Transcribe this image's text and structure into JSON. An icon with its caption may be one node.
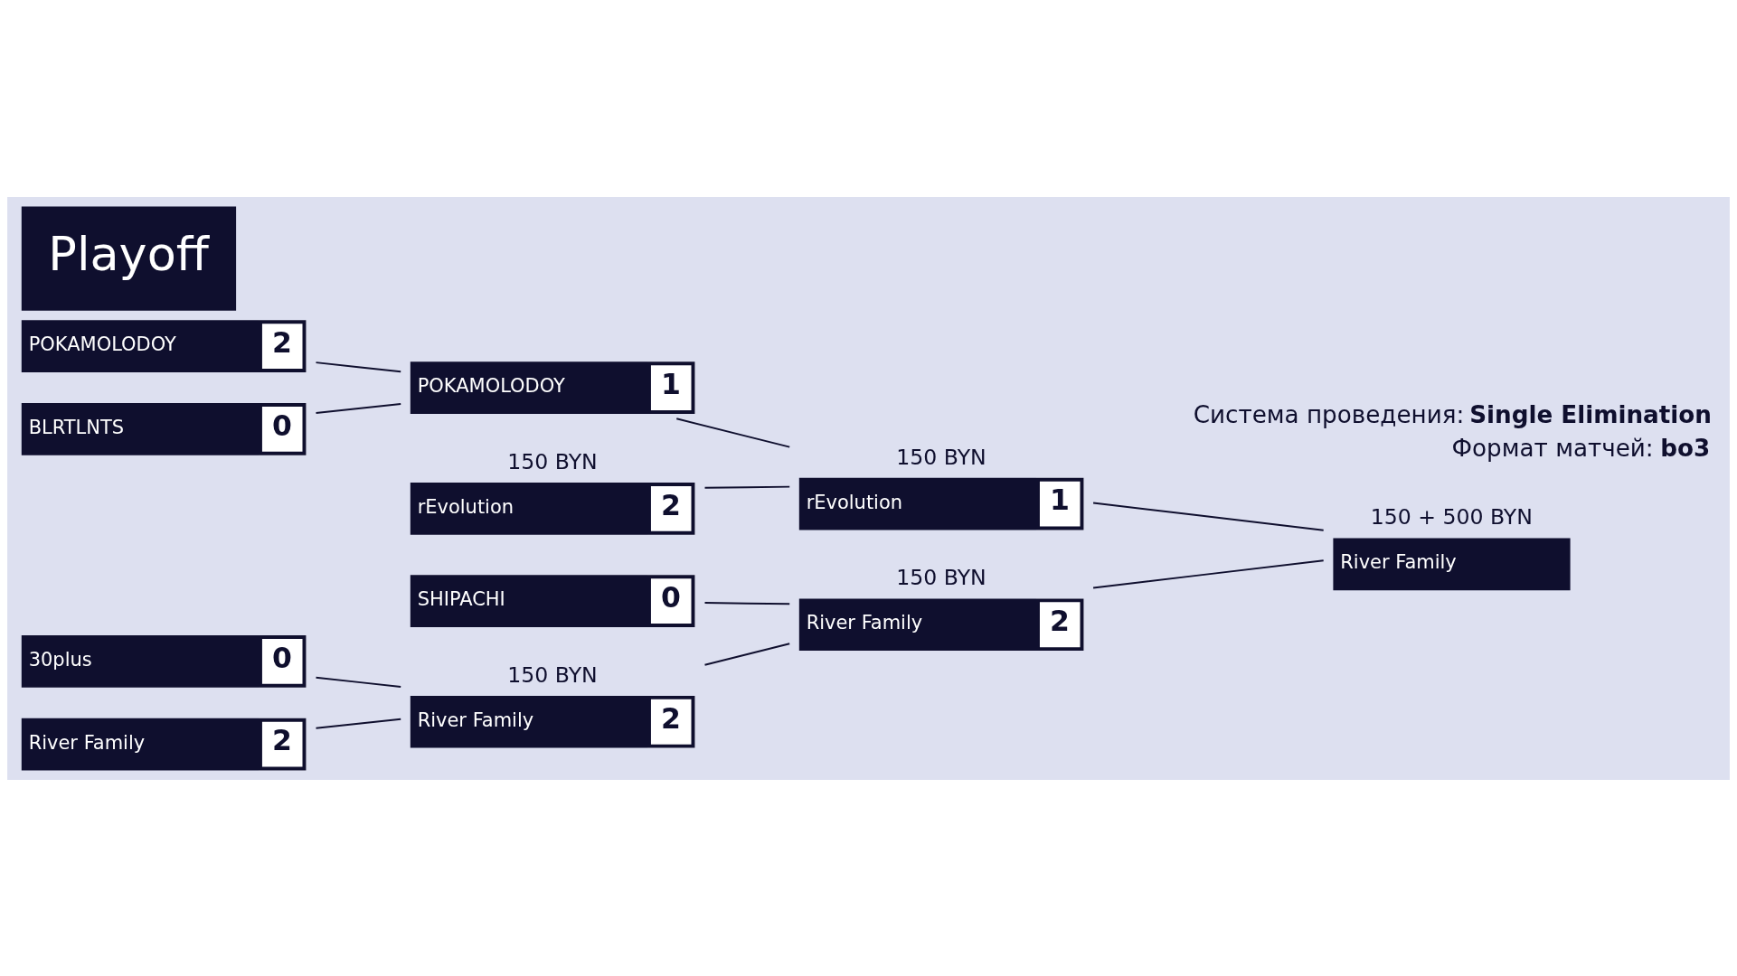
{
  "diagram": {
    "title": "Playoff",
    "nodes": [
      {
        "text": [
          "POKAMOLODOY",
          "2"
        ]
      },
      {
        "text": [
          "BLRTLNTS",
          "0"
        ]
      },
      {
        "text": [
          "30plus",
          "0"
        ]
      },
      {
        "text": [
          "River Family",
          "2"
        ]
      },
      {
        "text": [
          "rEvolution",
          "2"
        ],
        "beside": [
          "150 BYN"
        ]
      },
      {
        "text": [
          "POKAMOLODOY",
          "1"
        ]
      },
      {
        "text": [
          "SHIPACHI",
          "0"
        ]
      },
      {
        "text": [
          "River Family",
          "2"
        ],
        "beside": [
          "150 BYN"
        ]
      },
      {
        "text": [
          "rEvolution",
          "1"
        ],
        "beside": [
          "150 BYN"
        ]
      },
      {
        "text": [
          "River Family",
          "2"
        ],
        "beside": [
          "150 BYN"
        ]
      },
      {
        "text": [
          "River Family"
        ],
        "beside": [
          "150 + 500 BYN"
        ]
      }
    ],
    "edges": [
      {
        "from": 0,
        "to": 5,
        "arrow": "none"
      },
      {
        "from": 1,
        "to": 5,
        "arrow": "none"
      },
      {
        "from": 2,
        "to": 7,
        "arrow": "none"
      },
      {
        "from": 3,
        "to": 7,
        "arrow": "none"
      },
      {
        "from": 4,
        "to": 8,
        "arrow": "none"
      },
      {
        "from": 5,
        "to": 8,
        "arrow": "none"
      },
      {
        "from": 6,
        "to": 9,
        "arrow": "none"
      },
      {
        "from": 7,
        "to": 9,
        "arrow": "none"
      },
      {
        "from": 8,
        "to": 10,
        "arrow": "none"
      },
      {
        "from": 9,
        "to": 10,
        "arrow": "none"
      }
    ],
    "labels": [
      "Система проведения: **Single Elimination**",
      "Формат матчей: **bo3**"
    ]
  }
}
